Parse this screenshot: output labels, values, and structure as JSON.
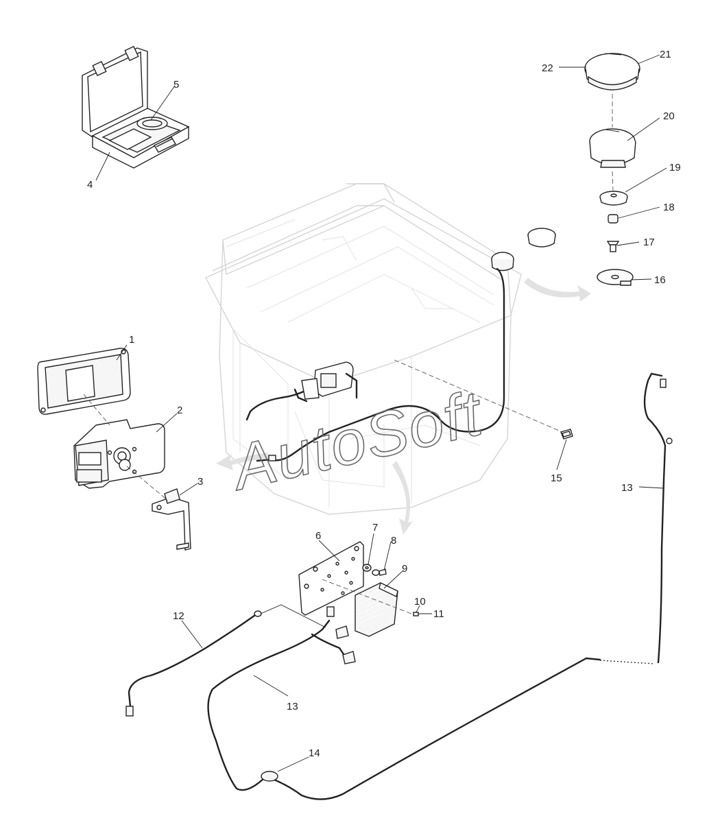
{
  "watermark": "AutoSoft",
  "callouts": [
    {
      "id": "c1",
      "label": "1"
    },
    {
      "id": "c2",
      "label": "2"
    },
    {
      "id": "c3",
      "label": "3"
    },
    {
      "id": "c4",
      "label": "4"
    },
    {
      "id": "c5",
      "label": "5"
    },
    {
      "id": "c6",
      "label": "6"
    },
    {
      "id": "c7",
      "label": "7"
    },
    {
      "id": "c8",
      "label": "8"
    },
    {
      "id": "c9",
      "label": "9"
    },
    {
      "id": "c10",
      "label": "10"
    },
    {
      "id": "c11",
      "label": "11"
    },
    {
      "id": "c12",
      "label": "12"
    },
    {
      "id": "c13a",
      "label": "13"
    },
    {
      "id": "c13b",
      "label": "13"
    },
    {
      "id": "c14",
      "label": "14"
    },
    {
      "id": "c15",
      "label": "15"
    },
    {
      "id": "c16",
      "label": "16"
    },
    {
      "id": "c17",
      "label": "17"
    },
    {
      "id": "c18",
      "label": "18"
    },
    {
      "id": "c19",
      "label": "19"
    },
    {
      "id": "c20",
      "label": "20"
    },
    {
      "id": "c21",
      "label": "21"
    },
    {
      "id": "c22",
      "label": "22"
    }
  ]
}
